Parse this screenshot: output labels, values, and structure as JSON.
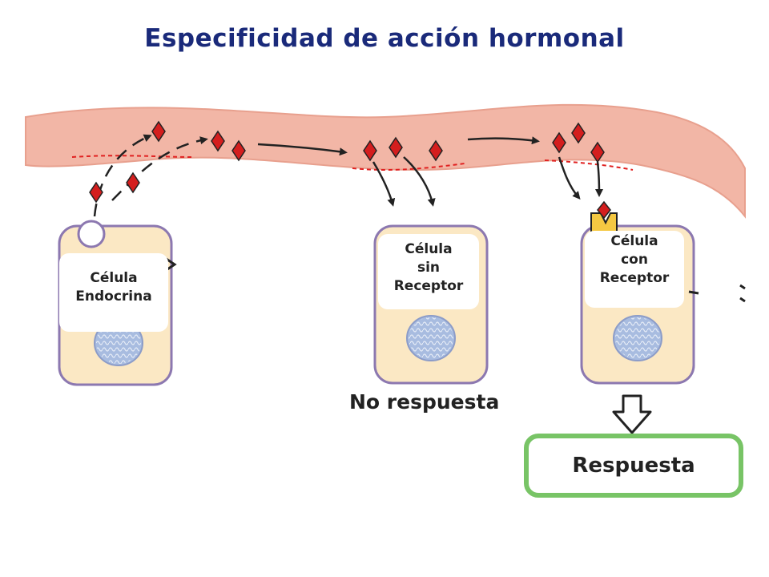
{
  "title": "Especificidad de acción hormonal",
  "cells": {
    "endocrine": {
      "lines": [
        "Célula",
        "Endocrina"
      ]
    },
    "no_receptor": {
      "lines": [
        "Célula",
        "sin",
        "Receptor"
      ]
    },
    "with_receptor": {
      "lines": [
        "Célula",
        "con",
        "Receptor"
      ]
    }
  },
  "no_response_text": "No respuesta",
  "response_text": "Respuesta",
  "colors": {
    "title": "#1a2a7a",
    "vessel": "#f2b6a6",
    "vessel_edge": "#e8a08e",
    "vessel_dash": "#e02020",
    "hormone": "#d41e1e",
    "cell_fill": "#fbe8c4",
    "cell_border": "#8c78b0",
    "nucleus": "#a8bce0",
    "receptor": "#f5c842",
    "response_border": "#78c466"
  }
}
